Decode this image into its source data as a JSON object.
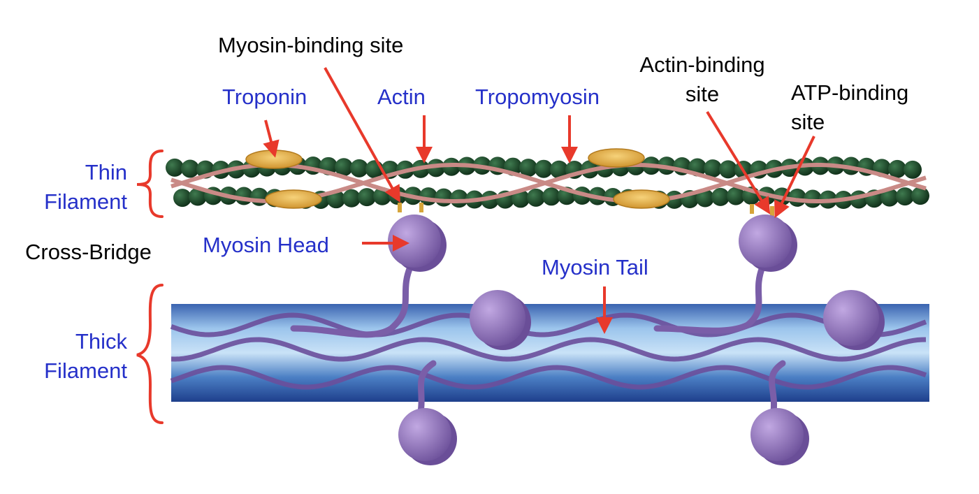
{
  "labels": {
    "myosin_binding_site": "Myosin-binding site",
    "troponin": "Troponin",
    "actin": "Actin",
    "tropomyosin": "Tropomyosin",
    "actin_binding_site": [
      "Actin-binding",
      "site"
    ],
    "atp_binding_site": [
      "ATP-binding",
      "site"
    ],
    "thin_filament": [
      "Thin",
      "Filament"
    ],
    "cross_bridge": "Cross-Bridge",
    "myosin_head": "Myosin Head",
    "myosin_tail": "Myosin Tail",
    "thick_filament": [
      "Thick",
      "Filament"
    ]
  },
  "colors": {
    "label_blue": "#2530c9",
    "label_black": "#000000",
    "arrow_red": "#e8392b",
    "actin_green": "#1f4d2c",
    "tropomyosin_pink": "#c98a86",
    "troponin_gold": "#e0a83a",
    "myosin_purple": "#8a6fb3",
    "thick_blue": "#4f86c9"
  }
}
